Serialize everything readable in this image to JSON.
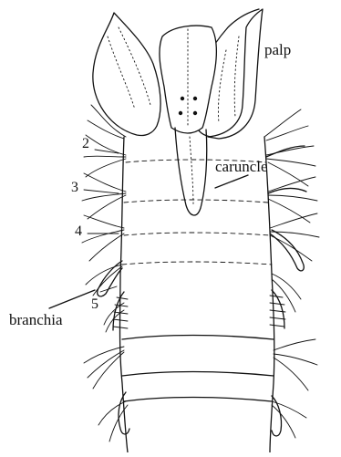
{
  "labels": {
    "palp": "palp",
    "caruncle": "caruncle",
    "branchia": "branchia"
  },
  "segment_numbers": [
    "2",
    "3",
    "4",
    "5"
  ],
  "colors": {
    "ink": "#111111",
    "background": "#ffffff"
  }
}
